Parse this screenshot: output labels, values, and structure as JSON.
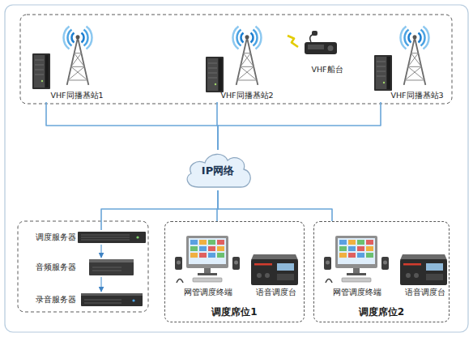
{
  "diagram": {
    "nodes": [
      {
        "text": [
          "VHF同播基站1"
        ]
      },
      {
        "text": [
          "VHF同播基站2"
        ]
      },
      {
        "text": [
          "VHF船台"
        ]
      },
      {
        "text": [
          "VHF同播基站3"
        ]
      },
      {
        "text": [
          "IP网络"
        ]
      },
      {
        "text": [
          "调度服务器"
        ]
      },
      {
        "text": [
          "音频服务器"
        ]
      },
      {
        "text": [
          "录音服务器"
        ]
      },
      {
        "text": [
          "调度席位1"
        ]
      },
      {
        "text": [
          "网管调度终端"
        ],
        "in": 8
      },
      {
        "text": [
          "语音调度台"
        ],
        "in": 8
      },
      {
        "text": [
          "调度席位2"
        ]
      },
      {
        "text": [
          "网管调度终端"
        ],
        "in": 11
      },
      {
        "text": [
          "语音调度台"
        ],
        "in": 11
      }
    ],
    "edges": [
      {
        "from": 4,
        "to": 0,
        "arrow": "none"
      },
      {
        "from": 4,
        "to": 1,
        "arrow": "none"
      },
      {
        "from": 1,
        "to": 2,
        "arrow": "none"
      },
      {
        "from": 4,
        "to": 3,
        "arrow": "none"
      },
      {
        "from": 4,
        "to": 5,
        "arrow": "none"
      },
      {
        "from": 5,
        "to": 6,
        "arrow": "to"
      },
      {
        "from": 6,
        "to": 7,
        "arrow": "to"
      },
      {
        "from": 4,
        "to": 8,
        "arrow": "none"
      },
      {
        "from": 4,
        "to": 11,
        "arrow": "none"
      }
    ]
  }
}
